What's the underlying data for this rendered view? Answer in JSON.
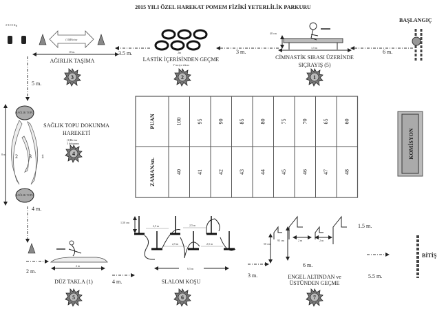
{
  "title": "2015 YILI ÖZEL HAREKAT POMEM FİZİKİ YETERLİLİK PARKURU",
  "start_label": "BAŞLANGIÇ",
  "finish_label": "BİTİŞ",
  "commission_label": "KOMİSYON",
  "stations": [
    {
      "number": "1",
      "name_line1": "CİMNASTİK SIRASI ÜZERİNDE",
      "name_line2": "SIÇRAYIŞ (5)",
      "height_note": "40 cm",
      "length_note": "1,5 m"
    },
    {
      "number": "2",
      "name_line1": "LASTİK İÇERİSİNDEN GEÇME",
      "name_line2": "1' inciye tekrar",
      "length_note": "2m"
    },
    {
      "number": "3",
      "name_line1": "AĞIRLIK TAŞIMA",
      "weight_note": "2 X 15 Kg",
      "lap_note": "(10)Bir tur",
      "length_note": "10 m."
    },
    {
      "number": "4",
      "name_line1": "SAĞLIK TOPU DOKUNMA",
      "name_line2": "HAREKETİ",
      "note_line1": "(1)Bir tur",
      "note_line2": "3 dokunma",
      "ball_label": "SAĞLIK TOPU",
      "length_note": "8 m.",
      "steps": [
        "2",
        "3",
        "1"
      ]
    },
    {
      "number": "5",
      "name_line1": "DÜZ TAKLA (1)",
      "length_note": "2 m"
    },
    {
      "number": "6",
      "name_line1": "SLALOM KOŞU",
      "height_note": "1,50 cm",
      "length_note": "6,5 m",
      "gap_notes": [
        "2,5 m",
        "2,5 m",
        "2,5 m",
        "2,5 m"
      ]
    },
    {
      "number": "7",
      "name_line1": "ENGEL ALTINDAN ve",
      "name_line2": "ÜSTÜNDEN GEÇME",
      "height_notes": [
        "50 cm",
        "95 cm"
      ],
      "gap_notes": [
        "2 m",
        "2 m"
      ],
      "spacing_note": "1.5 m.",
      "length_note": "6 m."
    }
  ],
  "distances": {
    "start_to_1": "6 m.",
    "d1_to_2": "3 m.",
    "d2_to_3": "3.5 m.",
    "d3_to_4": "5 m.",
    "d4_to_5": "4 m.",
    "into_5": "2 m.",
    "d5_to_6": "4 m.",
    "d6_to_7": "3 m.",
    "d7_to_finish": "5.5 m."
  },
  "score_table": {
    "row_labels": [
      "PUAN",
      "ZAMAN/sn."
    ],
    "puan": [
      "100",
      "95",
      "90",
      "85",
      "80",
      "75",
      "70",
      "65",
      "60"
    ],
    "zaman": [
      "40",
      "41",
      "42",
      "43",
      "44",
      "45",
      "46",
      "47",
      "48"
    ]
  }
}
